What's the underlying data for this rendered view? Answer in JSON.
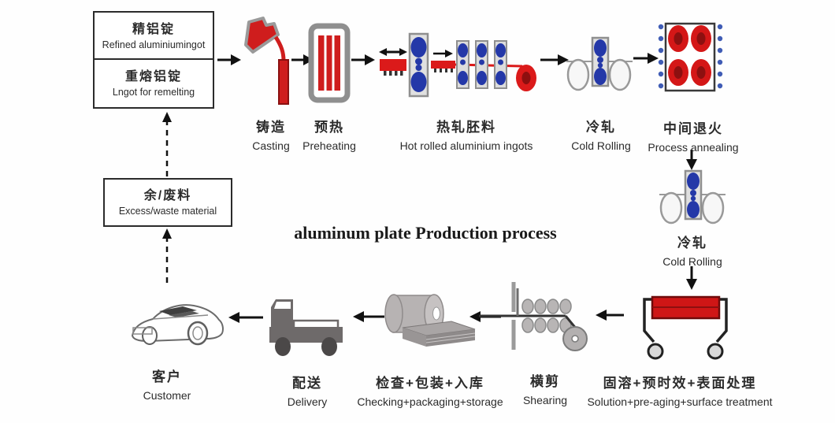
{
  "title": "aluminum plate Production process",
  "boxes": {
    "refined": {
      "zh": "精铝锭",
      "en": "Refined aluminiumingot"
    },
    "remelting": {
      "zh": "重熔铝锭",
      "en": "Lngot for remelting"
    },
    "waste": {
      "zh": "余/废料",
      "en": "Excess/waste material"
    }
  },
  "steps": {
    "casting": {
      "zh": "铸造",
      "en": "Casting"
    },
    "preheating": {
      "zh": "预热",
      "en": "Preheating"
    },
    "hot_rolling": {
      "zh": "热轧胚料",
      "en": "Hot rolled aluminium ingots"
    },
    "cold_rolling_1": {
      "zh": "冷轧",
      "en": "Cold Rolling"
    },
    "process_annealing": {
      "zh": "中间退火",
      "en": "Process annealing"
    },
    "cold_rolling_2": {
      "zh": "冷轧",
      "en": "Cold Rolling"
    },
    "solution_treatment": {
      "zh": "固溶+预时效+表面处理",
      "en": "Solution+pre-aging+surface treatment"
    },
    "shearing": {
      "zh": "横剪",
      "en": "Shearing"
    },
    "checking": {
      "zh": "检查+包装+入库",
      "en": "Checking+packaging+storage"
    },
    "delivery": {
      "zh": "配送",
      "en": "Delivery"
    },
    "customer": {
      "zh": "客户",
      "en": "Customer"
    }
  },
  "colors": {
    "red": "#cf1d1d",
    "dark_red": "#8d0f0f",
    "roller_blue": "#2438a8",
    "dot_blue": "#3f5cb5",
    "machine_grey": "#8f8f8f",
    "truck_grey": "#6e6a6a",
    "line_black": "#1a1a1a"
  }
}
